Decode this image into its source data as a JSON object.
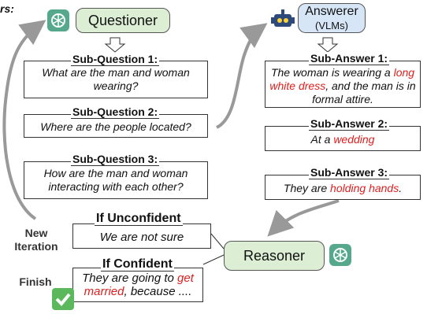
{
  "corner_text": "rs:",
  "questioner": {
    "label": "Questioner"
  },
  "answerer": {
    "label": "Answerer",
    "sublabel": "(VLMs)"
  },
  "reasoner": {
    "label": "Reasoner"
  },
  "sub_questions": [
    {
      "title": "Sub-Question 1:",
      "text": "What are the man and woman wearing?"
    },
    {
      "title": "Sub-Question 2:",
      "text": "Where are the people located?"
    },
    {
      "title": "Sub-Question 3:",
      "text": "How are the man and woman interacting with each other?"
    }
  ],
  "sub_answers": [
    {
      "title": "Sub-Answer 1:",
      "pre": "The woman is wearing a ",
      "highlight": "long white dress",
      "post": ", and the man is in formal attire."
    },
    {
      "title": "Sub-Answer 2:",
      "pre": "At a ",
      "highlight": "wedding",
      "post": ""
    },
    {
      "title": "Sub-Answer 3:",
      "pre": "They are ",
      "highlight": "holding hands",
      "post": "."
    }
  ],
  "unconfident": {
    "title": "If Unconfident",
    "text": "We are not sure"
  },
  "confident": {
    "title": "If Confident",
    "pre": "They are going to ",
    "highlight": "get married",
    "post": ", because ...."
  },
  "side_labels": {
    "new_iteration": "New\nIteration",
    "finish": "Finish"
  },
  "colors": {
    "node_green": "#dcefd4",
    "node_blue": "#d7e6f7",
    "highlight_red": "#e01e1e"
  },
  "icons": [
    "openai-logo-icon",
    "robot-icon",
    "checkmark-icon"
  ]
}
